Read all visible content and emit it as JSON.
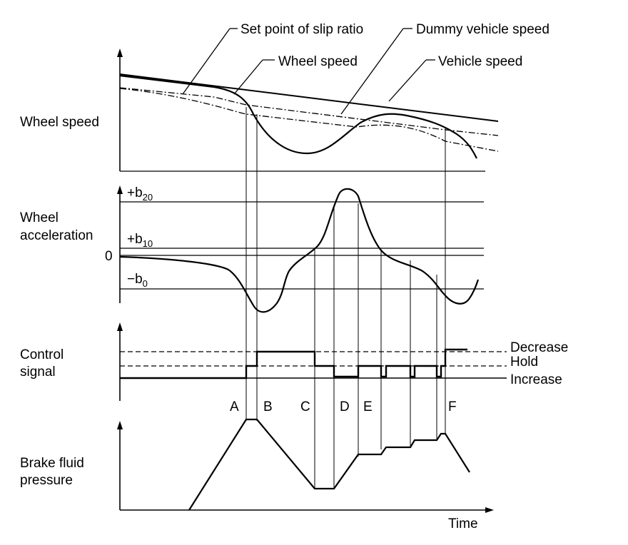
{
  "callouts": {
    "set_point": "Set point of slip ratio",
    "dummy_speed": "Dummy vehicle speed",
    "wheel_speed": "Wheel speed",
    "vehicle_speed": "Vehicle speed"
  },
  "panels": {
    "wheel_speed": "Wheel speed",
    "wheel_accel_1": "Wheel",
    "wheel_accel_2": "acceleration",
    "control_1": "Control",
    "control_2": "signal",
    "brake_1": "Brake fluid",
    "brake_2": "pressure"
  },
  "accel_levels": {
    "b20_sign": "+b",
    "b20_sub": "20",
    "b10_sign": "+b",
    "b10_sub": "10",
    "zero": "0",
    "b0_sign": "−b",
    "b0_sub": "0"
  },
  "control_levels": {
    "decrease": "Decrease",
    "hold": "Hold",
    "increase": "Increase"
  },
  "phases": [
    "A",
    "B",
    "C",
    "D",
    "E",
    "F"
  ],
  "x_axis": "Time"
}
